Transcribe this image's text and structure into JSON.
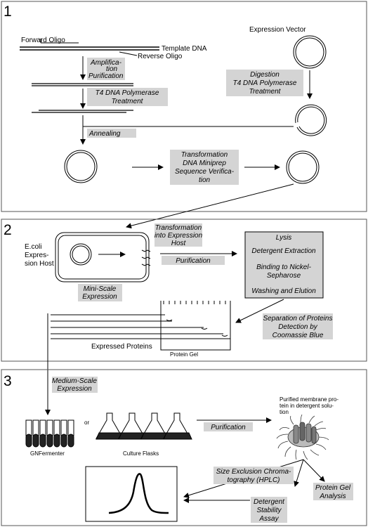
{
  "panels": [
    {
      "number": "1"
    },
    {
      "number": "2"
    },
    {
      "number": "3"
    }
  ],
  "panel1": {
    "forward_oligo": "Forward Oligo",
    "template_dna": "Template DNA",
    "reverse_oligo": "Reverse Oligo",
    "expression_vector": "Expression Vector",
    "amplification": [
      "Amplifica-",
      "tion",
      "Purification"
    ],
    "t4_left": [
      "T4 DNA Polymerase",
      "Treatment"
    ],
    "digestion": [
      "Digestion",
      "T4 DNA Polymerase",
      "Treatment"
    ],
    "annealing": "Annealing",
    "transformation": [
      "Transformation",
      "DNA Miniprep",
      "Sequence Verifica-",
      "tion"
    ]
  },
  "panel2": {
    "host": [
      "E.coli",
      "Expres-",
      "sion Host"
    ],
    "transformation_host": [
      "Transformation",
      "into Expression",
      "Host"
    ],
    "purification": "Purification",
    "mini_scale": [
      "Mini-Scale",
      "Expression"
    ],
    "lysis_steps": [
      "Lysis",
      "Detergent Extraction",
      "Binding to Nickel-",
      "Sepharose",
      "Washing and Elution"
    ],
    "separation": [
      "Separation of Proteins",
      "Detection by",
      "Coomassie Blue"
    ],
    "expressed_proteins": "Expressed Proteins",
    "protein_gel": "Protein Gel"
  },
  "panel3": {
    "medium_scale": [
      "Medium-Scale",
      "Expression"
    ],
    "or": "or",
    "gnfermenter": "GNFermenter",
    "culture_flasks": "Culture Flasks",
    "purification": "Purification",
    "purified": [
      "Purified membrane pro-",
      "tein in detergent solu-",
      "tion"
    ],
    "sec": [
      "Size Exclusion Chroma-",
      "tography (HPLC)"
    ],
    "protein_gel_analysis": [
      "Protein Gel",
      "Analysis"
    ],
    "detergent_stability": [
      "Detergent",
      "Stability",
      "Assay"
    ]
  }
}
